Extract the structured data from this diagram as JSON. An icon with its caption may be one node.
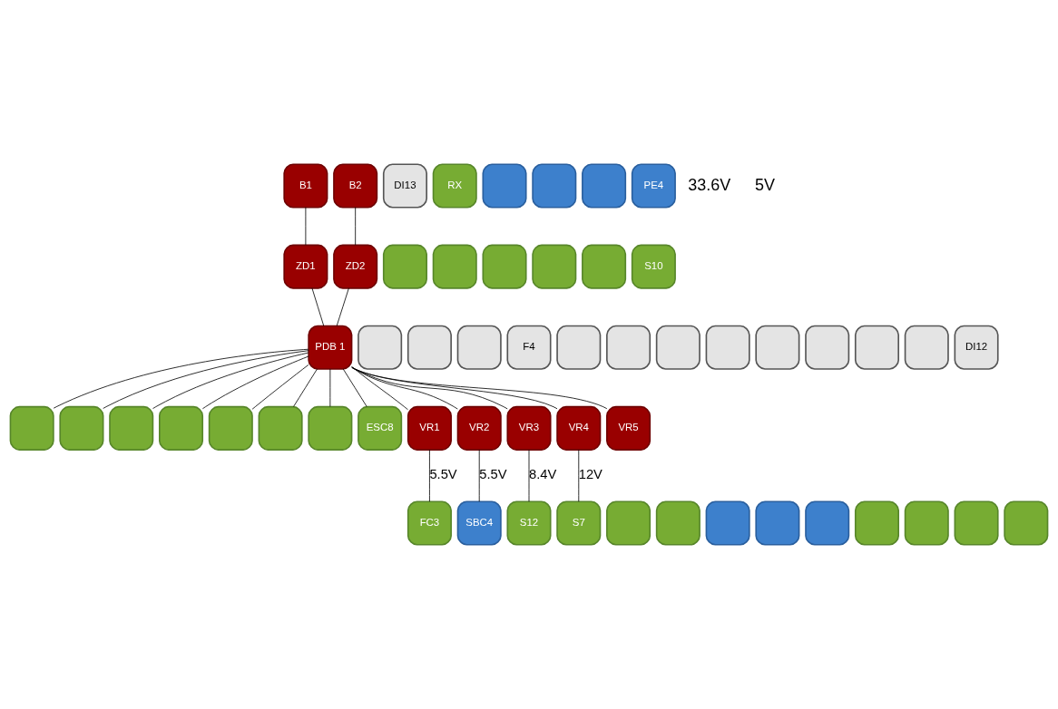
{
  "diagram": {
    "nodes": [
      {
        "text": [
          "B1"
        ]
      },
      {
        "text": [
          "ZD1"
        ]
      },
      {
        "text": [
          "B2"
        ]
      },
      {
        "text": [
          "ZD2"
        ]
      },
      {
        "text": [
          "PDB 1"
        ]
      },
      {
        "text": [],
        "shape": "box"
      },
      {
        "text": [],
        "shape": "box"
      },
      {
        "text": [],
        "shape": "box"
      },
      {
        "text": [],
        "shape": "box"
      },
      {
        "text": [],
        "shape": "box"
      },
      {
        "text": [],
        "shape": "box"
      },
      {
        "text": [],
        "shape": "box"
      },
      {
        "text": [
          "ESC8"
        ]
      },
      {
        "text": [
          "DI13"
        ]
      },
      {
        "text": [
          "RX"
        ]
      },
      {
        "text": [],
        "shape": "box"
      },
      {
        "text": [],
        "shape": "box"
      },
      {
        "text": [
          "FC3"
        ]
      },
      {
        "text": [],
        "shape": "box"
      },
      {
        "text": [],
        "shape": "box"
      },
      {
        "text": [],
        "shape": "box"
      },
      {
        "text": [
          "PE4"
        ]
      },
      {
        "text": [
          "VR1"
        ]
      },
      {
        "text": [
          "VR2"
        ]
      },
      {
        "text": [
          "VR3"
        ]
      },
      {
        "text": [
          "VR4"
        ]
      },
      {
        "text": [],
        "shape": "box"
      },
      {
        "text": [],
        "shape": "box"
      },
      {
        "text": [],
        "shape": "box"
      },
      {
        "text": [
          "SBC4"
        ]
      },
      {
        "text": [
          "VR5"
        ]
      },
      {
        "text": [],
        "shape": "box"
      },
      {
        "text": [
          "S12"
        ]
      },
      {
        "text": [],
        "shape": "box"
      },
      {
        "text": [],
        "shape": "box"
      },
      {
        "text": [],
        "shape": "box"
      },
      {
        "text": [
          "S7"
        ]
      },
      {
        "text": [],
        "shape": "box"
      },
      {
        "text": [],
        "shape": "box"
      },
      {
        "text": [],
        "shape": "box"
      },
      {
        "text": [
          "F4"
        ]
      },
      {
        "text": [],
        "shape": "box"
      },
      {
        "text": [],
        "shape": "box"
      },
      {
        "text": [],
        "shape": "box"
      },
      {
        "text": [],
        "shape": "box"
      },
      {
        "text": [],
        "shape": "box"
      },
      {
        "text": [
          "S10"
        ]
      },
      {
        "text": [],
        "shape": "box"
      },
      {
        "text": [],
        "shape": "box"
      },
      {
        "text": [],
        "shape": "box"
      },
      {
        "text": [],
        "shape": "box"
      },
      {
        "text": [],
        "shape": "box"
      },
      {
        "text": [],
        "shape": "box"
      },
      {
        "text": [],
        "shape": "box"
      },
      {
        "text": [],
        "shape": "box"
      },
      {
        "text": [
          "DI12"
        ]
      }
    ],
    "edges": [
      {
        "from": 0,
        "to": 1,
        "arrow": "none"
      },
      {
        "from": 2,
        "to": 3,
        "arrow": "none"
      },
      {
        "from": 1,
        "to": 4,
        "arrow": "none"
      },
      {
        "from": 3,
        "to": 4,
        "arrow": "none"
      },
      {
        "from": 4,
        "to": 5,
        "arrow": "none"
      },
      {
        "from": 4,
        "to": 6,
        "arrow": "none"
      },
      {
        "from": 4,
        "to": 7,
        "arrow": "none"
      },
      {
        "from": 4,
        "to": 8,
        "arrow": "none"
      },
      {
        "from": 4,
        "to": 9,
        "arrow": "none"
      },
      {
        "from": 4,
        "to": 10,
        "arrow": "none"
      },
      {
        "from": 4,
        "to": 11,
        "arrow": "none"
      },
      {
        "from": 4,
        "to": 12,
        "arrow": "none"
      },
      {
        "from": 4,
        "to": 30,
        "arrow": "none"
      },
      {
        "from": 4,
        "to": 22,
        "arrow": "none"
      },
      {
        "from": 4,
        "to": 23,
        "arrow": "none"
      },
      {
        "from": 4,
        "to": 24,
        "arrow": "none"
      },
      {
        "from": 4,
        "to": 25,
        "arrow": "none"
      },
      {
        "from": 22,
        "to": 17,
        "arrow": "none",
        "label": "5.5V"
      },
      {
        "from": 23,
        "to": 29,
        "arrow": "none",
        "label": "5.5V"
      },
      {
        "from": 24,
        "to": 32,
        "arrow": "none",
        "label": "8.4V"
      },
      {
        "from": 25,
        "to": 36,
        "arrow": "none",
        "label": "12V"
      }
    ],
    "labels": [
      "33.6V",
      "5V"
    ]
  }
}
